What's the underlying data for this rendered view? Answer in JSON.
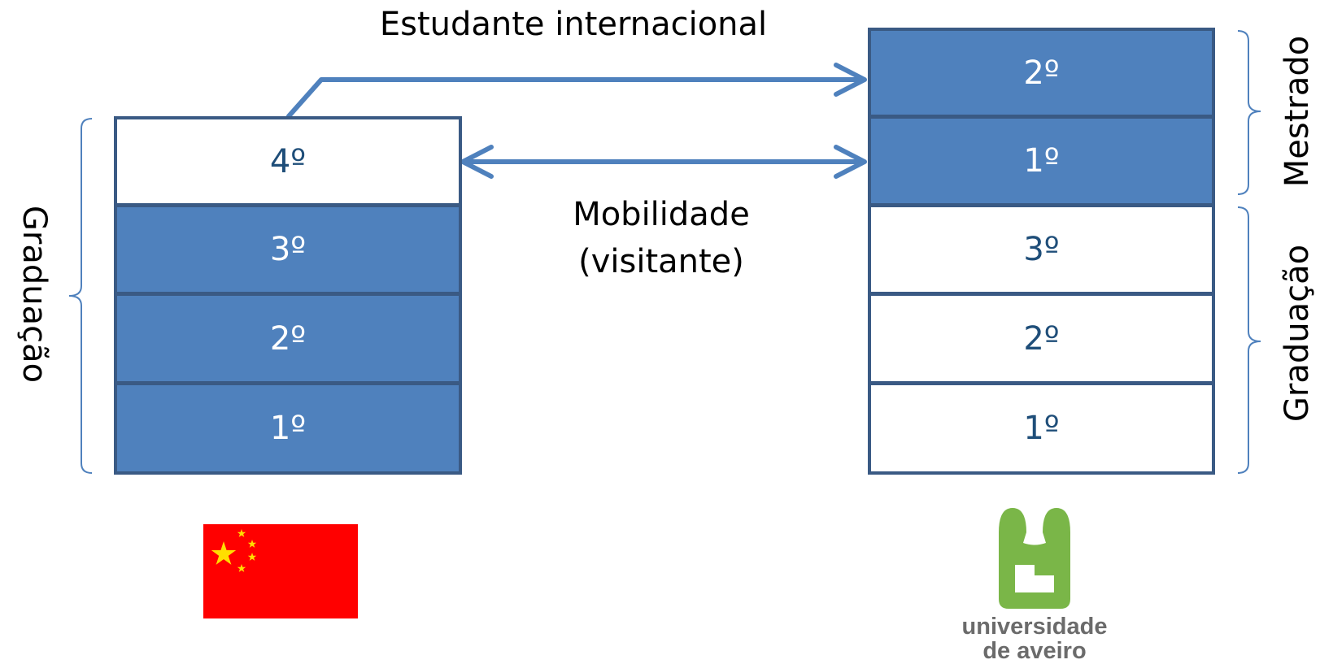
{
  "labels": {
    "top_arrow": "Estudante internacional",
    "mid_arrow_line1": "Mobilidade",
    "mid_arrow_line2": "(visitante)",
    "left_bracket": "Graduação",
    "right_top_bracket": "Mestrado",
    "right_bottom_bracket": "Graduação"
  },
  "left_stack": [
    {
      "label": "4º",
      "filled": false
    },
    {
      "label": "3º",
      "filled": true
    },
    {
      "label": "2º",
      "filled": true
    },
    {
      "label": "1º",
      "filled": true
    }
  ],
  "right_stack": [
    {
      "label": "2º",
      "filled": true
    },
    {
      "label": "1º",
      "filled": true
    },
    {
      "label": "3º",
      "filled": false
    },
    {
      "label": "2º",
      "filled": false
    },
    {
      "label": "1º",
      "filled": false
    }
  ],
  "logo": {
    "line1": "universidade",
    "line2": "de aveiro",
    "color": "#7ab648"
  },
  "colors": {
    "fill": "#4f81bd",
    "border": "#3a5a84",
    "arrow": "#4f81bd",
    "bracket": "#4f81bd",
    "flag_red": "#ff0000",
    "flag_star": "#ffde00"
  },
  "icons": [
    "china-flag-icon",
    "university-logo-icon"
  ]
}
